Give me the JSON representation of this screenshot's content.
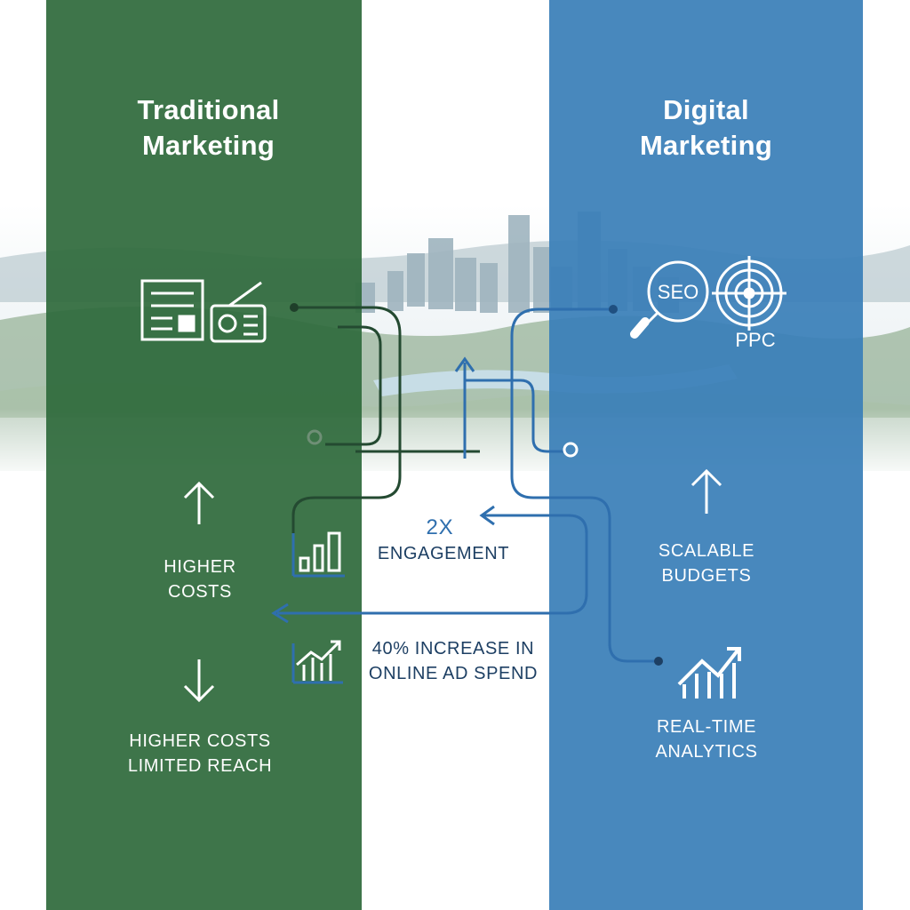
{
  "traditional": {
    "title_line1": "Traditional",
    "title_line2": "Marketing",
    "label_up_line1": "HIGHER",
    "label_up_line2": "COSTS",
    "label_down_line1": "HIGHER COSTS",
    "label_down_line2": "LIMITED REACH",
    "color": "#2f6b3c"
  },
  "digital": {
    "title_line1": "Digital",
    "title_line2": "Marketing",
    "seo_label": "SEO",
    "ppc_label": "PPC",
    "label_budget_line1": "SCALABLE",
    "label_budget_line2": "BUDGETS",
    "label_analytics_line1": "REAL-TIME",
    "label_analytics_line2": "ANALYTICS",
    "color": "#3a7fb8"
  },
  "stats": {
    "engagement_value": "2X",
    "engagement_label": "ENGAGEMENT",
    "adspend_line1": "40% INCREASE IN",
    "adspend_line2": "ONLINE AD SPEND"
  },
  "icons": {
    "traditional": [
      "newspaper-icon",
      "radio-icon",
      "arrow-up-icon",
      "arrow-down-icon",
      "bar-chart-icon",
      "trend-chart-icon"
    ],
    "digital": [
      "magnifier-icon",
      "target-icon",
      "arrow-up-icon",
      "growth-chart-icon"
    ]
  }
}
